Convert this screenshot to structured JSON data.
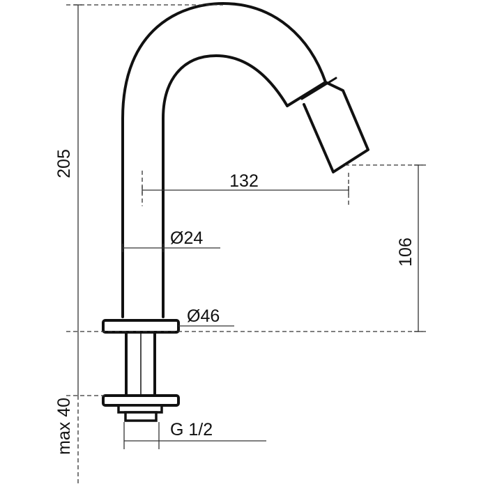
{
  "drawing": {
    "colors": {
      "background": "#ffffff",
      "line": "#111111",
      "dimension": "#333333"
    },
    "dimensions": {
      "total_height": "205",
      "spout_reach": "132",
      "spout_height": "106",
      "tube_diameter": "Ø24",
      "flange_diameter": "Ø46",
      "thread": "G 1/2",
      "max_thickness": "max 40"
    }
  }
}
